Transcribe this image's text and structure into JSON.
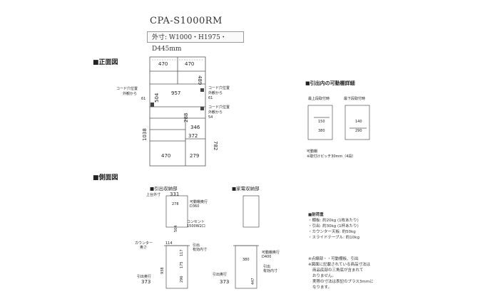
{
  "model_name": "CPA-S1000RM",
  "dimensions": "外寸: W1000・H1975・D445mm",
  "front_view": {
    "title": "■正面図",
    "dims": {
      "w470a": "470",
      "w470b": "470",
      "h489": "489",
      "w957": "957",
      "h504": "504",
      "h1038": "1038",
      "h288": "288",
      "h346": "346",
      "w372": "372",
      "h782": "782",
      "w470c": "470",
      "w279": "279"
    },
    "cord_left": [
      "コード穴位置",
      "外観から",
      "61"
    ],
    "cord_right_top": [
      "コード穴位置",
      "外観から",
      "61"
    ],
    "cord_right_bottom": [
      "コード穴位置",
      "外観から",
      "54"
    ]
  },
  "drawer_inner": {
    "title": "■引出内の可動棚詳細",
    "top_label": "最上段取付時",
    "bottom_label": "最下段取付時",
    "left_vals": [
      "150",
      "380"
    ],
    "right_vals": [
      "140",
      "290"
    ],
    "shelf_note": [
      "可動棚",
      "※取付けピッチ30mm（4段）"
    ]
  },
  "side_view": {
    "title": "■側面図",
    "storage_label": "■引出収納部",
    "appliance_label": "■家電収納部",
    "storage": {
      "top_outer": "上台外寸",
      "w331": "331",
      "h278": "278",
      "slide_top": [
        "可動棚奥行",
        "D360"
      ],
      "outlet": [
        "コンセント",
        "1500W2口"
      ],
      "h504": "504",
      "counter": [
        "カウンター",
        "奥さ"
      ],
      "w114": "114",
      "drawer_depth": [
        "引出",
        "有効内寸"
      ],
      "h938": "938",
      "h117": "117",
      "h175": "175",
      "h296": "296",
      "bottom_depth": [
        "引出奥行"
      ],
      "w373": "373"
    },
    "appliance": {
      "w380": "380",
      "slide_depth": [
        "可動棚奥行",
        "D400"
      ],
      "bottom_depth": [
        "引出奥行"
      ],
      "w373": "373",
      "drawer_depth": [
        "引出",
        "有効内寸"
      ],
      "h447": "447"
    }
  },
  "load_notes": {
    "title": "■耐荷重",
    "items": [
      "・棚板: 約20kg (1枚あたり)",
      "・引出: 約30kg (1杯あたり)",
      "・カウンター天板: 約50kg",
      "・スライドテーブル: 約10kg"
    ],
    "footnotes": [
      "※点線部・・可動棚板、引出",
      "※図面に記載されている商品寸法は",
      "商品底部の三角底が含まれて",
      "おりません。",
      "実際の寸法は表記のプラス3mmに",
      "なります。"
    ]
  }
}
